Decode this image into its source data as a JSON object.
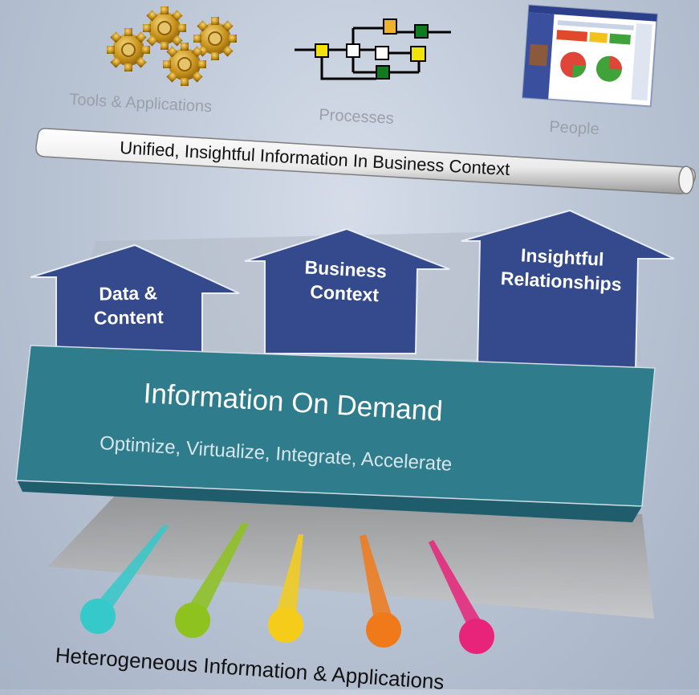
{
  "icons": {
    "tools": {
      "label": "Tools & Applications",
      "icon": "gears-icon"
    },
    "processes": {
      "label": "Processes",
      "icon": "process-flow-icon"
    },
    "people": {
      "label": "People",
      "icon": "dashboard-screenshot-icon"
    }
  },
  "pipe": {
    "label": "Unified, Insightful Information In Business Context"
  },
  "arrows": [
    {
      "line1": "Data &",
      "line2": "Content"
    },
    {
      "line1": "Business",
      "line2": "Context"
    },
    {
      "line1": "Insightful",
      "line2": "Relationships"
    }
  ],
  "band": {
    "title": "Information On Demand",
    "subtitle": "Optimize, Virtualize, Integrate, Accelerate"
  },
  "sources": {
    "label": "Heterogeneous Information & Applications",
    "colors": [
      "#35c9c9",
      "#8dc21f",
      "#f5cc1a",
      "#f07a1a",
      "#e8237a"
    ]
  },
  "palette": {
    "arrow": "#344a8c",
    "band": "#2e7c8c",
    "band_side": "#1f5c6c",
    "gear": "#c8931c"
  }
}
